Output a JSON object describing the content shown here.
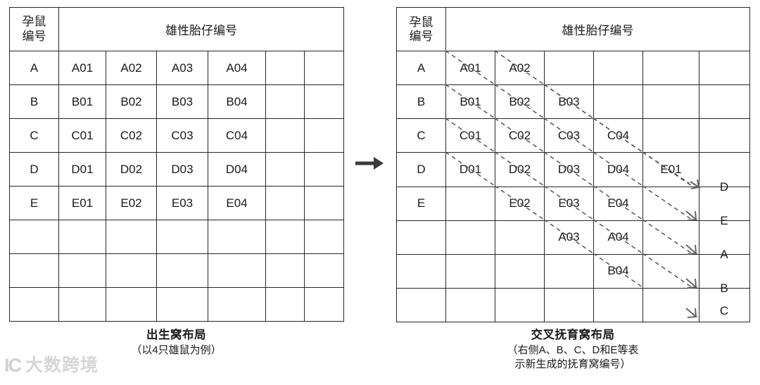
{
  "left_panel": {
    "table": {
      "header": {
        "corner_label": "孕鼠\n编号",
        "corner_label_line1": "孕鼠",
        "corner_label_line2": "编号",
        "span_label": "雄性胎仔编号"
      },
      "columns": 7,
      "rows": [
        {
          "label": "A",
          "cells": [
            {
              "text": "A01",
              "fill": "white"
            },
            {
              "text": "A02",
              "fill": "white"
            },
            {
              "text": "A03",
              "fill": "yellow"
            },
            {
              "text": "A04",
              "fill": "yellow"
            },
            {
              "text": "",
              "fill": "white"
            },
            {
              "text": "",
              "fill": "white"
            }
          ]
        },
        {
          "label": "B",
          "cells": [
            {
              "text": "B01",
              "fill": "white"
            },
            {
              "text": "B02",
              "fill": "white"
            },
            {
              "text": "B03",
              "fill": "white"
            },
            {
              "text": "B04",
              "fill": "yellow"
            },
            {
              "text": "",
              "fill": "white"
            },
            {
              "text": "",
              "fill": "white"
            }
          ]
        },
        {
          "label": "C",
          "cells": [
            {
              "text": "C01",
              "fill": "white"
            },
            {
              "text": "C02",
              "fill": "white"
            },
            {
              "text": "C03",
              "fill": "white"
            },
            {
              "text": "C04",
              "fill": "white"
            },
            {
              "text": "",
              "fill": "white"
            },
            {
              "text": "",
              "fill": "white"
            }
          ]
        },
        {
          "label": "D",
          "cells": [
            {
              "text": "D01",
              "fill": "white"
            },
            {
              "text": "D02",
              "fill": "white"
            },
            {
              "text": "D03",
              "fill": "white"
            },
            {
              "text": "D04",
              "fill": "white"
            },
            {
              "text": "",
              "fill": "white"
            },
            {
              "text": "",
              "fill": "white"
            }
          ]
        },
        {
          "label": "E",
          "cells": [
            {
              "text": "E01",
              "fill": "blue"
            },
            {
              "text": "E02",
              "fill": "white"
            },
            {
              "text": "E03",
              "fill": "white"
            },
            {
              "text": "E04",
              "fill": "white"
            },
            {
              "text": "",
              "fill": "white"
            },
            {
              "text": "",
              "fill": "white"
            }
          ]
        },
        {
          "label": "",
          "cells": [
            {
              "text": "",
              "fill": "white"
            },
            {
              "text": "",
              "fill": "white"
            },
            {
              "text": "",
              "fill": "white"
            },
            {
              "text": "",
              "fill": "white"
            },
            {
              "text": "",
              "fill": "white"
            },
            {
              "text": "",
              "fill": "white"
            }
          ]
        },
        {
          "label": "",
          "cells": [
            {
              "text": "",
              "fill": "white"
            },
            {
              "text": "",
              "fill": "white"
            },
            {
              "text": "",
              "fill": "white"
            },
            {
              "text": "",
              "fill": "white"
            },
            {
              "text": "",
              "fill": "white"
            },
            {
              "text": "",
              "fill": "white"
            }
          ]
        },
        {
          "label": "",
          "cells": [
            {
              "text": "",
              "fill": "white"
            },
            {
              "text": "",
              "fill": "white"
            },
            {
              "text": "",
              "fill": "white"
            },
            {
              "text": "",
              "fill": "white"
            },
            {
              "text": "",
              "fill": "white"
            },
            {
              "text": "",
              "fill": "white"
            }
          ]
        }
      ]
    },
    "caption_title": "出生窝布局",
    "caption_sub": "（以4只雄鼠为例）"
  },
  "flow": {
    "arrow_icon": "right-arrow-icon"
  },
  "right_panel": {
    "table": {
      "header": {
        "corner_label_line1": "孕鼠",
        "corner_label_line2": "编号",
        "span_label": "雄性胎仔编号"
      },
      "columns": 7,
      "rows": [
        {
          "label": "A",
          "cells": [
            {
              "text": "A01",
              "fill": "white"
            },
            {
              "text": "A02",
              "fill": "white"
            },
            {
              "text": "",
              "fill": "white"
            },
            {
              "text": "",
              "fill": "white"
            },
            {
              "text": "",
              "fill": "white"
            },
            {
              "text": "",
              "fill": "white"
            }
          ],
          "outer_label": ""
        },
        {
          "label": "B",
          "cells": [
            {
              "text": "B01",
              "fill": "white"
            },
            {
              "text": "B02",
              "fill": "white"
            },
            {
              "text": "B03",
              "fill": "white"
            },
            {
              "text": "",
              "fill": "white"
            },
            {
              "text": "",
              "fill": "white"
            },
            {
              "text": "",
              "fill": "white"
            }
          ],
          "outer_label": ""
        },
        {
          "label": "C",
          "cells": [
            {
              "text": "C01",
              "fill": "white"
            },
            {
              "text": "C02",
              "fill": "white"
            },
            {
              "text": "C03",
              "fill": "white"
            },
            {
              "text": "C04",
              "fill": "white"
            },
            {
              "text": "",
              "fill": "white"
            },
            {
              "text": "",
              "fill": "white"
            }
          ],
          "outer_label": ""
        },
        {
          "label": "D",
          "cells": [
            {
              "text": "D01",
              "fill": "white"
            },
            {
              "text": "D02",
              "fill": "white"
            },
            {
              "text": "D03",
              "fill": "white"
            },
            {
              "text": "D04",
              "fill": "white"
            },
            {
              "text": "E01",
              "fill": "blue"
            },
            {
              "text": "",
              "fill": "white"
            }
          ],
          "outer_label": "D"
        },
        {
          "label": "E",
          "cells": [
            {
              "text": "",
              "fill": "white"
            },
            {
              "text": "E02",
              "fill": "white"
            },
            {
              "text": "E03",
              "fill": "white"
            },
            {
              "text": "E04",
              "fill": "white"
            },
            {
              "text": "",
              "fill": "white"
            },
            {
              "text": "",
              "fill": "white"
            }
          ],
          "outer_label": "E"
        },
        {
          "label": "",
          "cells": [
            {
              "text": "",
              "fill": "white"
            },
            {
              "text": "",
              "fill": "white"
            },
            {
              "text": "A03",
              "fill": "yellow"
            },
            {
              "text": "A04",
              "fill": "yellow"
            },
            {
              "text": "",
              "fill": "white"
            },
            {
              "text": "",
              "fill": "white"
            }
          ],
          "outer_label": "A"
        },
        {
          "label": "",
          "cells": [
            {
              "text": "",
              "fill": "white"
            },
            {
              "text": "",
              "fill": "white"
            },
            {
              "text": "",
              "fill": "white"
            },
            {
              "text": "B04",
              "fill": "yellow"
            },
            {
              "text": "",
              "fill": "white"
            },
            {
              "text": "",
              "fill": "white"
            }
          ],
          "outer_label": "B"
        },
        {
          "label": "",
          "cells": [
            {
              "text": "",
              "fill": "white"
            },
            {
              "text": "",
              "fill": "white"
            },
            {
              "text": "",
              "fill": "white"
            },
            {
              "text": "",
              "fill": "white"
            },
            {
              "text": "",
              "fill": "white"
            },
            {
              "text": "",
              "fill": "white"
            }
          ],
          "outer_label": "C"
        }
      ],
      "outer_labels": [
        "D",
        "E",
        "A",
        "B",
        "C"
      ]
    },
    "caption_title": "交叉抚育窝布局",
    "caption_sub_line1": "（右侧A、B、C、D和E等表",
    "caption_sub_line2": "示新生成的抚育窝编号）"
  },
  "watermark": {
    "mark": "IC",
    "text": "大数跨境"
  },
  "colors": {
    "yellow_fill": "#F8CE60",
    "blue_fill": "#9CB4DC",
    "border": "#262626",
    "text": "#1a1a1a",
    "arrow": "#3a3a3a",
    "dashed_line": "#555555",
    "watermark": "#d4d4d4"
  }
}
